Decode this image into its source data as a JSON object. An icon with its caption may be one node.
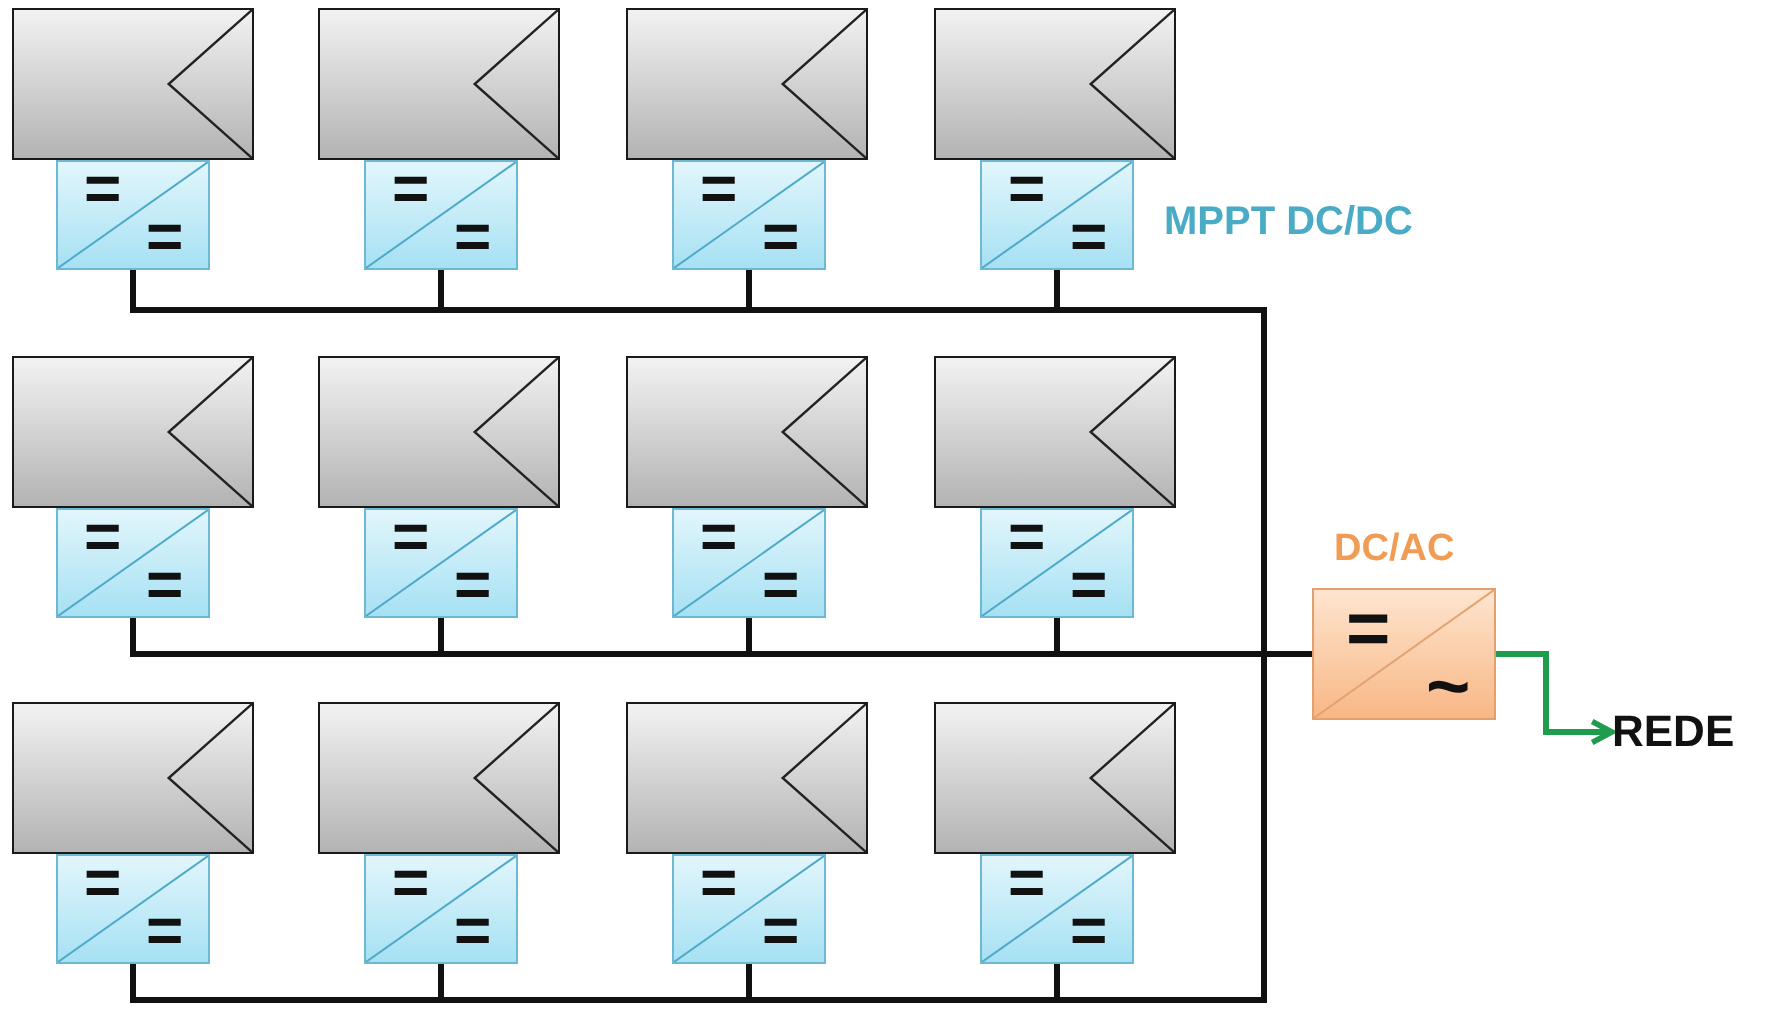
{
  "diagram": {
    "nodes": [
      {
        "text": [],
        "shape": "box"
      },
      {
        "text": [],
        "shape": "box"
      },
      {
        "text": [],
        "shape": "box"
      },
      {
        "text": [],
        "shape": "box"
      },
      {
        "text": [
          "=",
          "="
        ]
      },
      {
        "text": [
          "=",
          "="
        ]
      },
      {
        "text": [
          "=",
          "="
        ]
      },
      {
        "text": [
          "=",
          "="
        ]
      },
      {
        "text": [],
        "shape": "box"
      },
      {
        "text": [],
        "shape": "box"
      },
      {
        "text": [],
        "shape": "box"
      },
      {
        "text": [],
        "shape": "box"
      },
      {
        "text": [
          "=",
          "="
        ]
      },
      {
        "text": [
          "=",
          "="
        ]
      },
      {
        "text": [
          "=",
          "="
        ]
      },
      {
        "text": [
          "=",
          "="
        ]
      },
      {
        "text": [],
        "shape": "box"
      },
      {
        "text": [],
        "shape": "box"
      },
      {
        "text": [],
        "shape": "box"
      },
      {
        "text": [],
        "shape": "box"
      },
      {
        "text": [
          "=",
          "="
        ]
      },
      {
        "text": [
          "=",
          "="
        ]
      },
      {
        "text": [
          "=",
          "="
        ]
      },
      {
        "text": [
          "=",
          "="
        ]
      },
      {
        "text": [
          "=",
          "~"
        ],
        "beside": [
          "DC/AC"
        ]
      },
      {
        "text": [
          "REDE"
        ]
      }
    ],
    "edges": [
      {
        "from": 4,
        "to": 24,
        "arrow": "none"
      },
      {
        "from": 5,
        "to": 24,
        "arrow": "none"
      },
      {
        "from": 6,
        "to": 24,
        "arrow": "none"
      },
      {
        "from": 7,
        "to": 24,
        "arrow": "none"
      },
      {
        "from": 12,
        "to": 24,
        "arrow": "none"
      },
      {
        "from": 13,
        "to": 24,
        "arrow": "none"
      },
      {
        "from": 14,
        "to": 24,
        "arrow": "none"
      },
      {
        "from": 15,
        "to": 24,
        "arrow": "none"
      },
      {
        "from": 20,
        "to": 24,
        "arrow": "none"
      },
      {
        "from": 21,
        "to": 24,
        "arrow": "none"
      },
      {
        "from": 22,
        "to": 24,
        "arrow": "none"
      },
      {
        "from": 23,
        "to": 24,
        "arrow": "none"
      },
      {
        "from": 24,
        "to": 25,
        "arrow": "to",
        "color": "#1f9d4c"
      }
    ],
    "labels": [
      "MPPT DC/DC"
    ]
  }
}
